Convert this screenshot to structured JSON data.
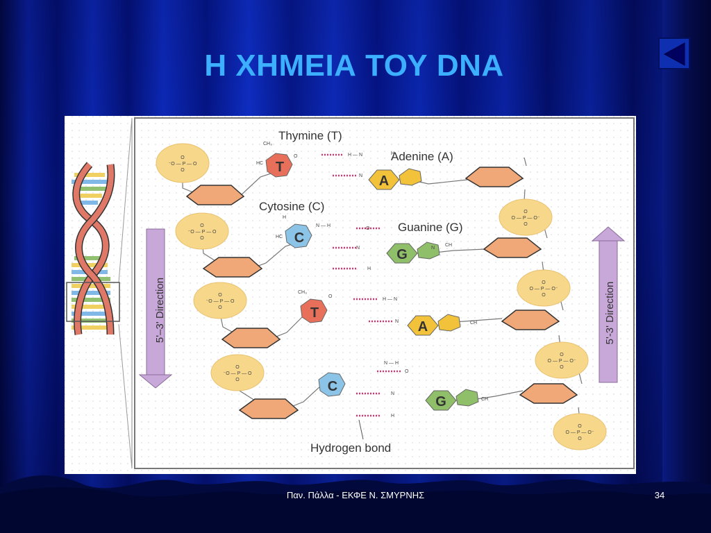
{
  "slide": {
    "title": "Η ΧΗΜΕΙΑ ΤΟΥ DNA",
    "footer": "Παν. Πάλλα - ΕΚΦΕ Ν. ΣΜΥΡΝΗΣ",
    "page_number": "34"
  },
  "navigation": {
    "back_icon": "triangle-left-icon"
  },
  "diagram": {
    "labels": {
      "thymine": "Thymine (T)",
      "adenine": "Adenine (A)",
      "cytosine": "Cytosine (C)",
      "guanine": "Guanine (G)",
      "hydrogen_bond": "Hydrogen bond",
      "direction_left": "5'–3' Direction",
      "direction_right": "5'-3' Direction"
    },
    "base_letters": {
      "t": "T",
      "a": "A",
      "c": "C",
      "g": "G"
    },
    "colors": {
      "thymine": "#e8705a",
      "adenine": "#f2c23a",
      "cytosine": "#8cc4e8",
      "guanine": "#8fbf68",
      "phosphate": "#f7d88a",
      "sugar": "#f0a878",
      "arrow": "#c8a8d8",
      "hbond": "#e0306a"
    }
  }
}
